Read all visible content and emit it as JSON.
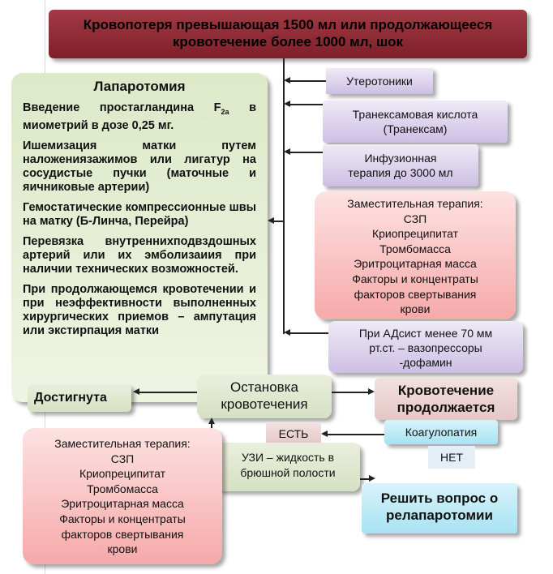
{
  "title": {
    "line1": "Кровопотеря превышающая 1500 мл или продолжающееся",
    "line2": "кровотечение более 1000 мл, шок"
  },
  "laparotomy": {
    "title": "Лапаротомия",
    "item1_before": "Введение простагландина F",
    "item1_sub": "2a",
    "item1_after": " в миометрий в дозе 0,25 мг.",
    "item2": "Ишемизация матки путем наложениязажимов или лигатур на сосудистые пучки (маточные и яичниковые артерии)",
    "item3": "Гемостатические компрессионные швы на матку (Б-Линча, Перейра)",
    "item4": "Перевязка внутреннихподвздошных артерий или их эмболизаиия при наличии технических возможностей.",
    "item5": "При продолжающемся кровотечении и при неэффективности выполненных хирургических приемов – ампутация или экстирпация матки"
  },
  "right_boxes": {
    "uterotonics": "Утеротоники",
    "tranex_1": "Транексамовая кислота",
    "tranex_2": "(Транексам)",
    "infusion_1": "Инфузионная",
    "infusion_2": "терапия до 3000 мл",
    "replace_1": "Заместительная терапия:",
    "replace_2": "СЗП",
    "replace_3": "Криопреципитат",
    "replace_4": "Тромбомасса",
    "replace_5": "Эритроцитарная масса",
    "replace_6": "Факторы и концентраты",
    "replace_7": "факторов свертывания",
    "replace_8": "крови",
    "bp_1": "При АДсист менее 70 мм",
    "bp_2": "рт.ст. – вазопрессоры",
    "bp_3": "-дофамин"
  },
  "flow": {
    "achieved": "Достигнута",
    "stop_1": "Остановка",
    "stop_2": "кровотечения",
    "continues_1": "Кровотечение",
    "continues_2": "продолжается",
    "coagulopathy": "Коагулопатия",
    "yes": "ЕСТЬ",
    "no": "НЕТ",
    "usg_1": "УЗИ – жидкость в",
    "usg_2": "брюшной полости",
    "relap_1": "Решить вопрос о",
    "relap_2": "релапаротомии"
  },
  "left_replace": {
    "line1": "Заместительная терапия:",
    "line2": "СЗП",
    "line3": "Криопреципитат",
    "line4": "Тромбомасса",
    "line5": "Эритроцитарная масса",
    "line6": "Факторы и концентраты",
    "line7": "факторов свертывания",
    "line8": "крови"
  },
  "colors": {
    "title_bg": "#8f2c36",
    "laparotomy_bg": "#e4eed3",
    "purple_box": "#d9cfe9",
    "pink_box": "#f8baba",
    "cyan_box": "#bfe9f6"
  }
}
